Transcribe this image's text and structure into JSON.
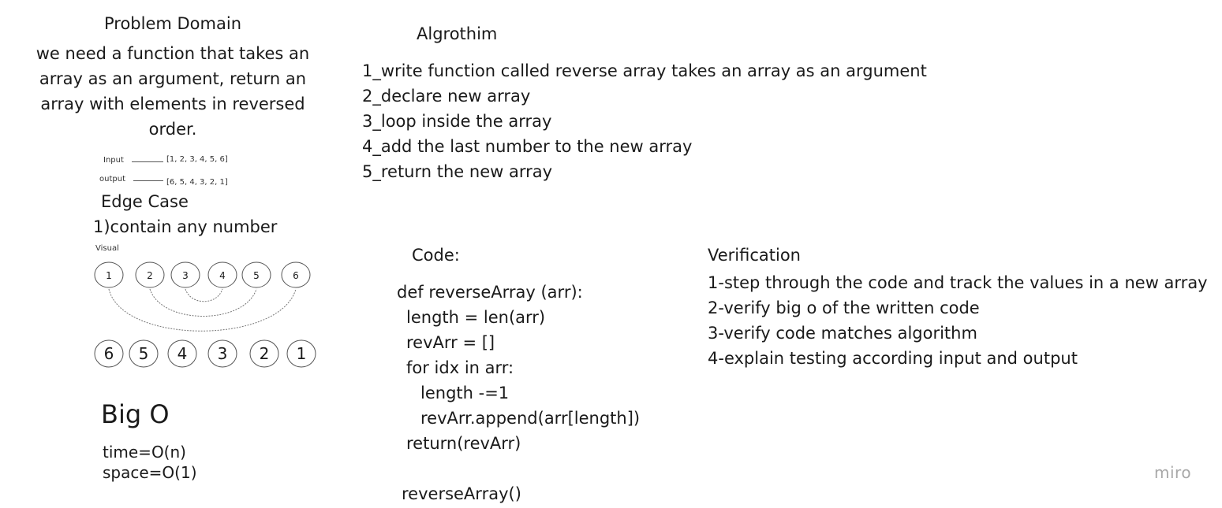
{
  "problem_domain": {
    "title": "Problem Domain",
    "description": "we need a function that takes an array as an argument, return an array with elements in reversed order."
  },
  "io": {
    "input_label": "Input",
    "input_value": "[1, 2, 3, 4, 5, 6]",
    "output_label": "output",
    "output_value": "[6, 5, 4, 3, 2, 1]"
  },
  "edge_case": {
    "title": "Edge Case",
    "item": "1)contain any number"
  },
  "visual": {
    "label": "Visual",
    "top_nodes": [
      "1",
      "2",
      "3",
      "4",
      "5",
      "6"
    ],
    "bottom_nodes": [
      "6",
      "5",
      "4",
      "3",
      "2",
      "1"
    ]
  },
  "big_o": {
    "title": "Big O",
    "time": "time=O(n)",
    "space": "space=O(1)"
  },
  "algorithm": {
    "title": "Algrothim",
    "steps": [
      "1_write function called reverse array takes an array as an argument",
      "2_declare new array",
      "3_loop inside the array",
      "4_add the last number to the new array",
      "5_return the new array"
    ]
  },
  "code": {
    "title": "Code:",
    "lines": [
      "def reverseArray (arr):",
      "length = len(arr)",
      "revArr = []",
      "for idx in arr:",
      "length -=1",
      "revArr.append(arr[length])",
      "return(revArr)",
      "reverseArray()"
    ]
  },
  "verification": {
    "title": "Verification",
    "steps": [
      "1-step through the code and track the values in a new array",
      "2-verify big o of the written code",
      "3-verify code matches algorithm",
      "4-explain testing according input and output"
    ]
  },
  "watermark": "miro"
}
